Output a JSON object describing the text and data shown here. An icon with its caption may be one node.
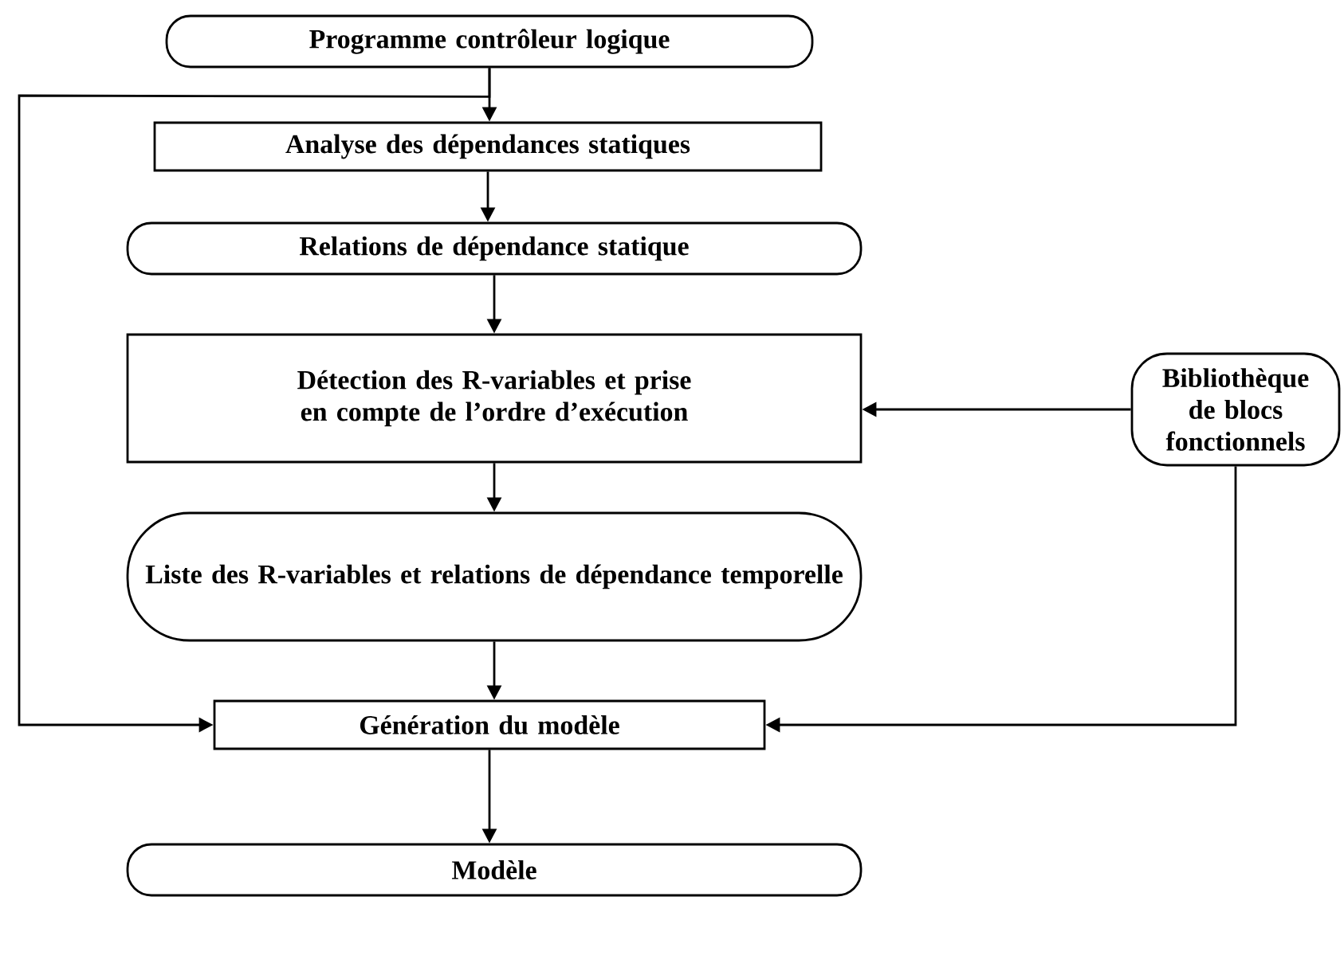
{
  "diagram": {
    "nodes": [
      {
        "text": [
          "Programme contrôleur logique"
        ]
      },
      {
        "text": [
          "Analyse des dépendances statiques"
        ]
      },
      {
        "text": [
          "Relations de dépendance statique"
        ]
      },
      {
        "text": [
          "Détection des R-variables et prise en compte de l’ordre d’exécution"
        ]
      },
      {
        "text": [
          "Bibliothèque de blocs fonctionnels"
        ]
      },
      {
        "text": [
          "Liste des R-variables et relations de dépendance temporelle"
        ]
      },
      {
        "text": [
          "Génération du modèle"
        ]
      },
      {
        "text": [
          "Modèle"
        ]
      }
    ],
    "edges": [
      {
        "from": 0,
        "to": 1,
        "arrow": "to"
      },
      {
        "from": 1,
        "to": 2,
        "arrow": "to"
      },
      {
        "from": 2,
        "to": 3,
        "arrow": "to"
      },
      {
        "from": 4,
        "to": 3,
        "arrow": "to"
      },
      {
        "from": 3,
        "to": 5,
        "arrow": "to"
      },
      {
        "from": 5,
        "to": 6,
        "arrow": "to"
      },
      {
        "from": 0,
        "to": 6,
        "arrow": "to"
      },
      {
        "from": 4,
        "to": 6,
        "arrow": "to"
      },
      {
        "from": 6,
        "to": 7,
        "arrow": "to"
      }
    ]
  }
}
